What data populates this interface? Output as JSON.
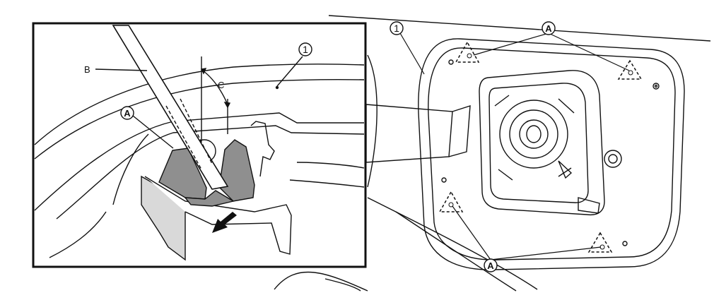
{
  "labels": {
    "part_number": "1",
    "clip_marker": "A",
    "tool_label": "B",
    "angle_label": "C"
  },
  "colors": {
    "line": "#111111",
    "fill_gray": "#8f8f8f",
    "fill_light": "#d9d9d9"
  }
}
